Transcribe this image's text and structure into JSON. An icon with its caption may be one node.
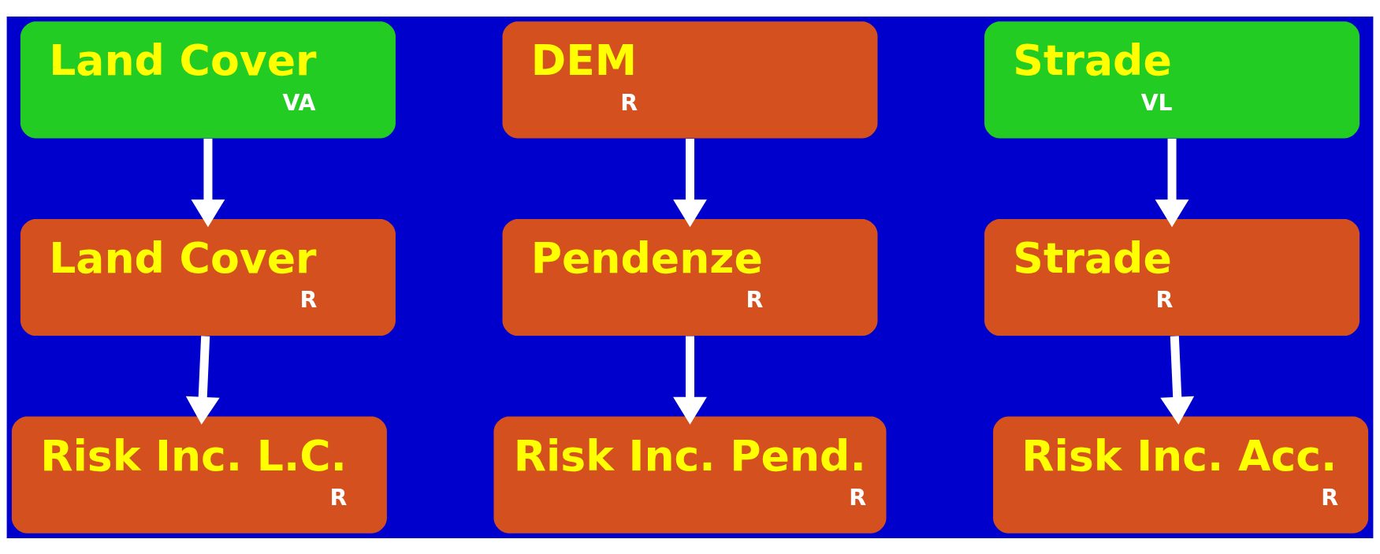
{
  "diagram": {
    "nodes": [
      {
        "text": [
          "Land Cover",
          "VA"
        ]
      },
      {
        "text": [
          "DEM",
          "R"
        ]
      },
      {
        "text": [
          "Strade",
          "VL"
        ]
      },
      {
        "text": [
          "Land Cover",
          "R"
        ]
      },
      {
        "text": [
          "Pendenze",
          "R"
        ]
      },
      {
        "text": [
          "Strade",
          "R"
        ]
      },
      {
        "text": [
          "Risk Inc. L.C.",
          "R"
        ]
      },
      {
        "text": [
          "Risk Inc. Pend.",
          "R"
        ]
      },
      {
        "text": [
          "Risk Inc. Acc.",
          "R"
        ]
      }
    ],
    "edges": [
      {
        "from": 0,
        "to": 3,
        "arrow": "to"
      },
      {
        "from": 1,
        "to": 4,
        "arrow": "to"
      },
      {
        "from": 2,
        "to": 5,
        "arrow": "to"
      },
      {
        "from": 3,
        "to": 6,
        "arrow": "to"
      },
      {
        "from": 4,
        "to": 7,
        "arrow": "to"
      },
      {
        "from": 5,
        "to": 8,
        "arrow": "to"
      }
    ]
  }
}
